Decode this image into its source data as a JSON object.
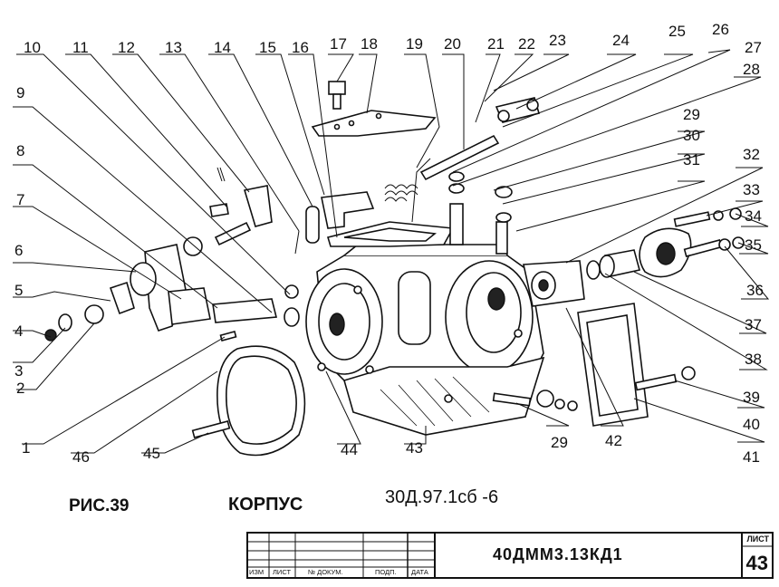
{
  "figure": {
    "label": "РИС.39",
    "title": "КОРПУС",
    "drawing_number": "30Д.97.1сб -6"
  },
  "callouts": [
    "1",
    "2",
    "3",
    "4",
    "5",
    "6",
    "7",
    "8",
    "9",
    "10",
    "11",
    "12",
    "13",
    "14",
    "15",
    "16",
    "17",
    "18",
    "19",
    "20",
    "21",
    "22",
    "23",
    "24",
    "25",
    "26",
    "27",
    "28",
    "29",
    "30",
    "31",
    "32",
    "33",
    "34",
    "35",
    "36",
    "37",
    "38",
    "39",
    "40",
    "41",
    "42",
    "43",
    "44",
    "45",
    "46",
    "29"
  ],
  "title_block": {
    "headers": [
      "ИЗМ",
      "ЛИСТ",
      "№ ДОКУМ.",
      "ПОДП.",
      "ДАТА"
    ],
    "designation": "40ДММ3.13КД1",
    "sheet_label": "ЛИСТ",
    "sheet_number": "43"
  }
}
